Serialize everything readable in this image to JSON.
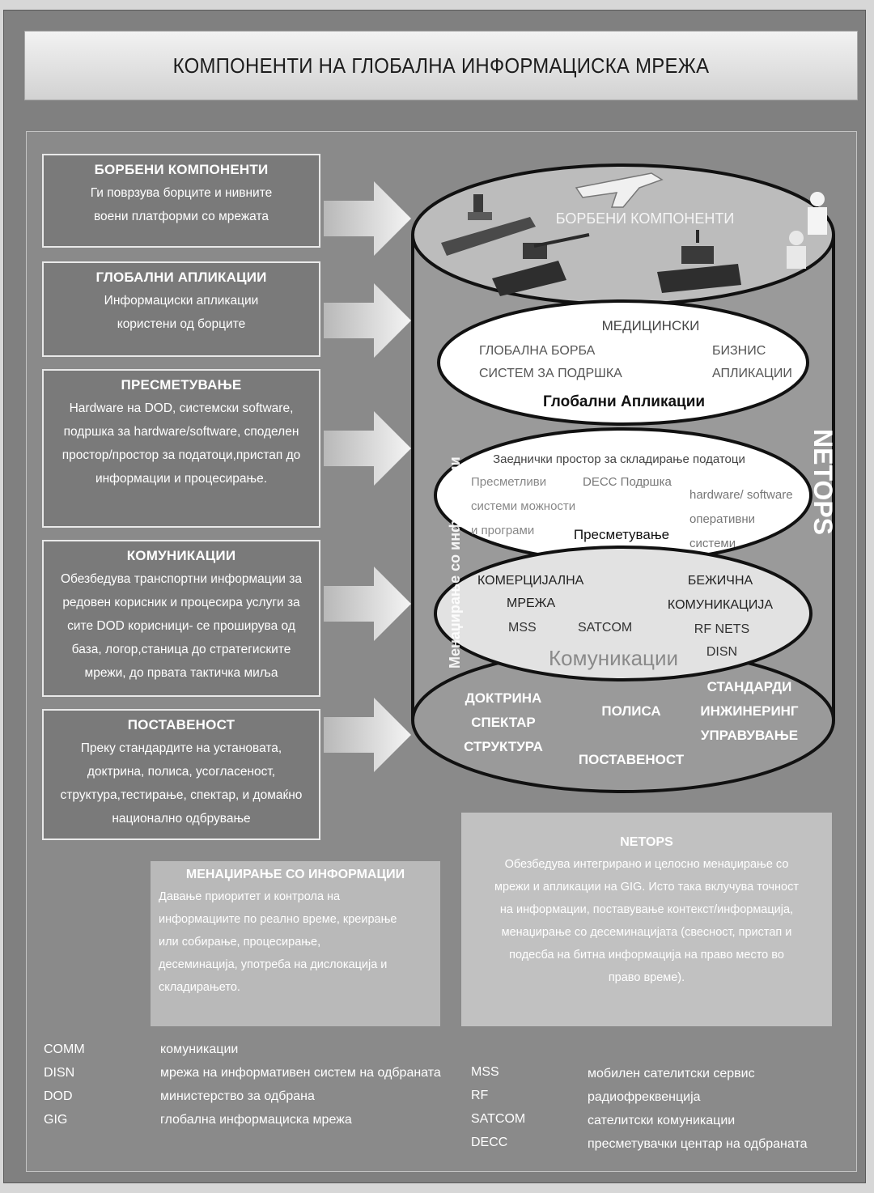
{
  "title": "КОМПОНЕНТИ НА ГЛОБАЛНА ИНФОРМАЦИСКА МРЕЖА",
  "left_boxes": [
    {
      "title": "БОРБЕНИ КОМПОНЕНТИ",
      "lines": [
        "Ги поврзува борците и нивните",
        "воени платформи со мрежата"
      ]
    },
    {
      "title": "ГЛОБАЛНИ АПЛИКАЦИИ",
      "lines": [
        "Информациски апликации",
        "користени од борците"
      ]
    },
    {
      "title": "ПРЕСМЕТУВАЊЕ",
      "lines": [
        "Hardware на DOD, системски software,",
        "подршка за hardware/software, споделен",
        "простор/простор за податоци,пристап до",
        "информации и процесирање."
      ]
    },
    {
      "title": "КОМУНИКАЦИИ",
      "lines": [
        "Обезбедува транспортни информации за",
        "редовен корисник и процесира услуги за",
        "сите DOD корисници- се проширува од",
        "база, логор,станица до стратегиските",
        "мрежи, до првата тактичка миља"
      ]
    },
    {
      "title": "ПОСТАВЕНОСТ",
      "lines": [
        "Преку стандардите на установата,",
        "доктрина, полиса, усогласеност,",
        "структура,тестирање, спектар, и домаќно",
        "национално одбрување"
      ]
    }
  ],
  "cylinder": {
    "top_label": "БОРБЕНИ КОМПОНЕНТИ",
    "global_apps": {
      "top": "МЕДИЦИНСКИ",
      "left1": "ГЛОБАЛНА БОРБА",
      "left2": "СИСТЕМ ЗА ПОДРШКА",
      "right1": "БИЗНИС",
      "right2": "АПЛИКАЦИИ",
      "name": "Глобални Апликации"
    },
    "computing": {
      "top": "Заеднички простор за складирање податоци",
      "l1": "Пресметливи",
      "l2": "системи можности",
      "l3": "и програми",
      "decc": "DECC Подршка",
      "r1": "hardware/ software",
      "r2": "оперативни",
      "r3": "системи",
      "name": "Пресметување"
    },
    "comms": {
      "l1": "КОМЕРЦИЈАЛНА",
      "l2": "МРЕЖА",
      "mss": "MSS",
      "satcom": "SATCOM",
      "r1": "БЕЖИЧНА",
      "r2": "КОМУНИКАЦИЈА",
      "r3": "RF NETS",
      "r4": "DISN",
      "name": "Комуникации"
    },
    "base": {
      "l1": "ДОКТРИНА",
      "l2": "СПЕКТАР",
      "l3": "СТРУКТУРА",
      "policy": "ПОЛИСА",
      "r1": "СТАНДАРДИ",
      "r2": "ИНЖИНЕРИНГ",
      "r3": "УПРАВУВАЊЕ",
      "name": "ПОСТАВЕНОСТ"
    },
    "side_left": "Менаџирање со информации",
    "side_right": "NETOPS"
  },
  "mgmt_box": {
    "title": "МЕНАЏИРАЊЕ СО ИНФОРМАЦИИ",
    "lines": [
      "Давање приоритет и контрола на",
      "информациите по реално време, креирање",
      "или собирање, процесирање,",
      "десеминација, употреба на дислокација и",
      "складирањето."
    ]
  },
  "netops_box": {
    "title": "NETOPS",
    "lines": [
      "Обезбедува интегрирано и целосно менаџирање со",
      "мрежи и апликации на GIG. Исто така вклучува точност",
      "на информации, поставување контекст/информација,",
      "менаџирање со десеминацијата (свесност, пристап и",
      "подесба на битна информација на право место во",
      "право време)."
    ]
  },
  "legend_left": [
    {
      "abbr": "COMM",
      "def": "комуникации"
    },
    {
      "abbr": "DISN",
      "def": "мрежа на информативен систем на одбраната"
    },
    {
      "abbr": "DOD",
      "def": "министерство за одбрана"
    },
    {
      "abbr": "GIG",
      "def": "глобална информациска мрежа"
    }
  ],
  "legend_right": [
    {
      "abbr": "MSS",
      "def": "мобилен сателитски сервис"
    },
    {
      "abbr": "RF",
      "def": "радиофреквенција"
    },
    {
      "abbr": "SATCOM",
      "def": "сателитски комуникации"
    },
    {
      "abbr": "DECC",
      "def": "пресметувачки центар на одбраната"
    }
  ],
  "icons": [
    "aircraft-carrier-icon",
    "fighter-jet-icon",
    "soldier-icon",
    "tank-icon"
  ]
}
